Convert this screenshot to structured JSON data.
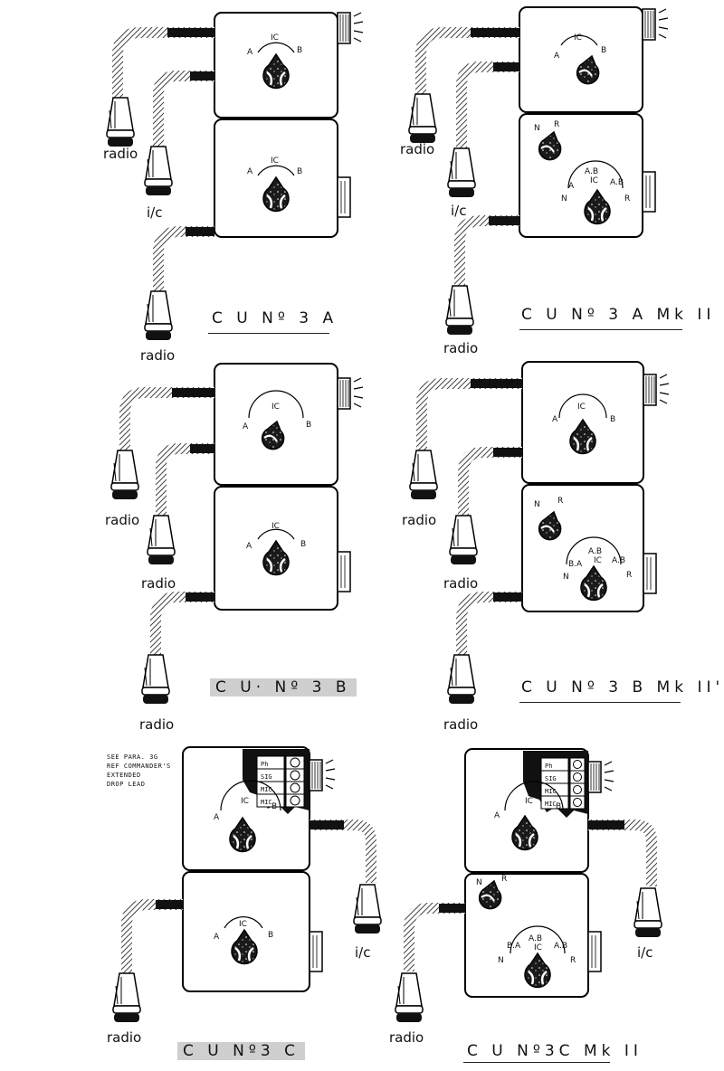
{
  "panels": [
    {
      "id": "cu3a",
      "caption": "C U  Nº 3  A",
      "captions_shaded": false,
      "boxes": [
        {
          "dial_labels": [
            "A",
            "IC",
            "B"
          ]
        },
        {
          "dial_labels": [
            "A",
            "IC",
            "B"
          ]
        }
      ],
      "plug_labels": [
        "radio",
        "i/c",
        "radio"
      ]
    },
    {
      "id": "cu3a-mk2",
      "caption": "C U   Nº 3 A  Mk II",
      "captions_shaded": false,
      "boxes": [
        {
          "dial_labels": [
            "A",
            "IC",
            "B"
          ]
        },
        {
          "dial_labels": [
            "N",
            "R"
          ],
          "dial2_labels": [
            "N",
            "A",
            "A.B",
            "IC",
            "A.B",
            "R"
          ]
        }
      ],
      "plug_labels": [
        "radio",
        "i/c",
        "radio"
      ]
    },
    {
      "id": "cu3b",
      "caption": "C U· Nº 3  B",
      "captions_shaded": true,
      "boxes": [
        {
          "dial_labels": [
            "A",
            "IC",
            "B"
          ]
        },
        {
          "dial_labels": [
            "A",
            "IC",
            "B"
          ]
        }
      ],
      "plug_labels": [
        "radio",
        "radio",
        "radio"
      ]
    },
    {
      "id": "cu3b-mk2",
      "caption": "C U   Nº 3 B  Mk II'",
      "captions_shaded": false,
      "boxes": [
        {
          "dial_labels": [
            "A",
            "IC",
            "B"
          ]
        },
        {
          "dial_labels": [
            "N",
            "R"
          ],
          "dial2_labels": [
            "N",
            "B.A",
            "A.B",
            "IC",
            "A.B",
            "R"
          ]
        }
      ],
      "plug_labels": [
        "radio",
        "radio",
        "radio"
      ]
    },
    {
      "id": "cu3c",
      "caption": "C U  Nº3 C",
      "captions_shaded": true,
      "note": [
        "SEE PARA. 3G",
        "REF COMMANDER'S",
        "EXTENDED",
        "DROP LEAD"
      ],
      "terminals": [
        "Ph",
        "SIG",
        "MIC",
        "MIC"
      ],
      "boxes": [
        {
          "dial_labels": [
            "A",
            "IC",
            "B"
          ]
        },
        {
          "dial_labels": [
            "A",
            "IC",
            "B"
          ]
        }
      ],
      "plug_labels": [
        "i/c",
        "radio"
      ]
    },
    {
      "id": "cu3c-mk2",
      "caption": "C U  Nº3C  Mk II",
      "captions_shaded": false,
      "terminals": [
        "Ph",
        "SIG",
        "MIC",
        "MIC"
      ],
      "boxes": [
        {
          "dial_labels": [
            "A",
            "IC",
            "B"
          ]
        },
        {
          "dial_labels": [
            "N",
            "R"
          ],
          "dial2_labels": [
            "N",
            "B.A",
            "A.B",
            "IC",
            "A.B",
            "R"
          ]
        }
      ],
      "plug_labels": [
        "i/c",
        "radio"
      ]
    }
  ]
}
